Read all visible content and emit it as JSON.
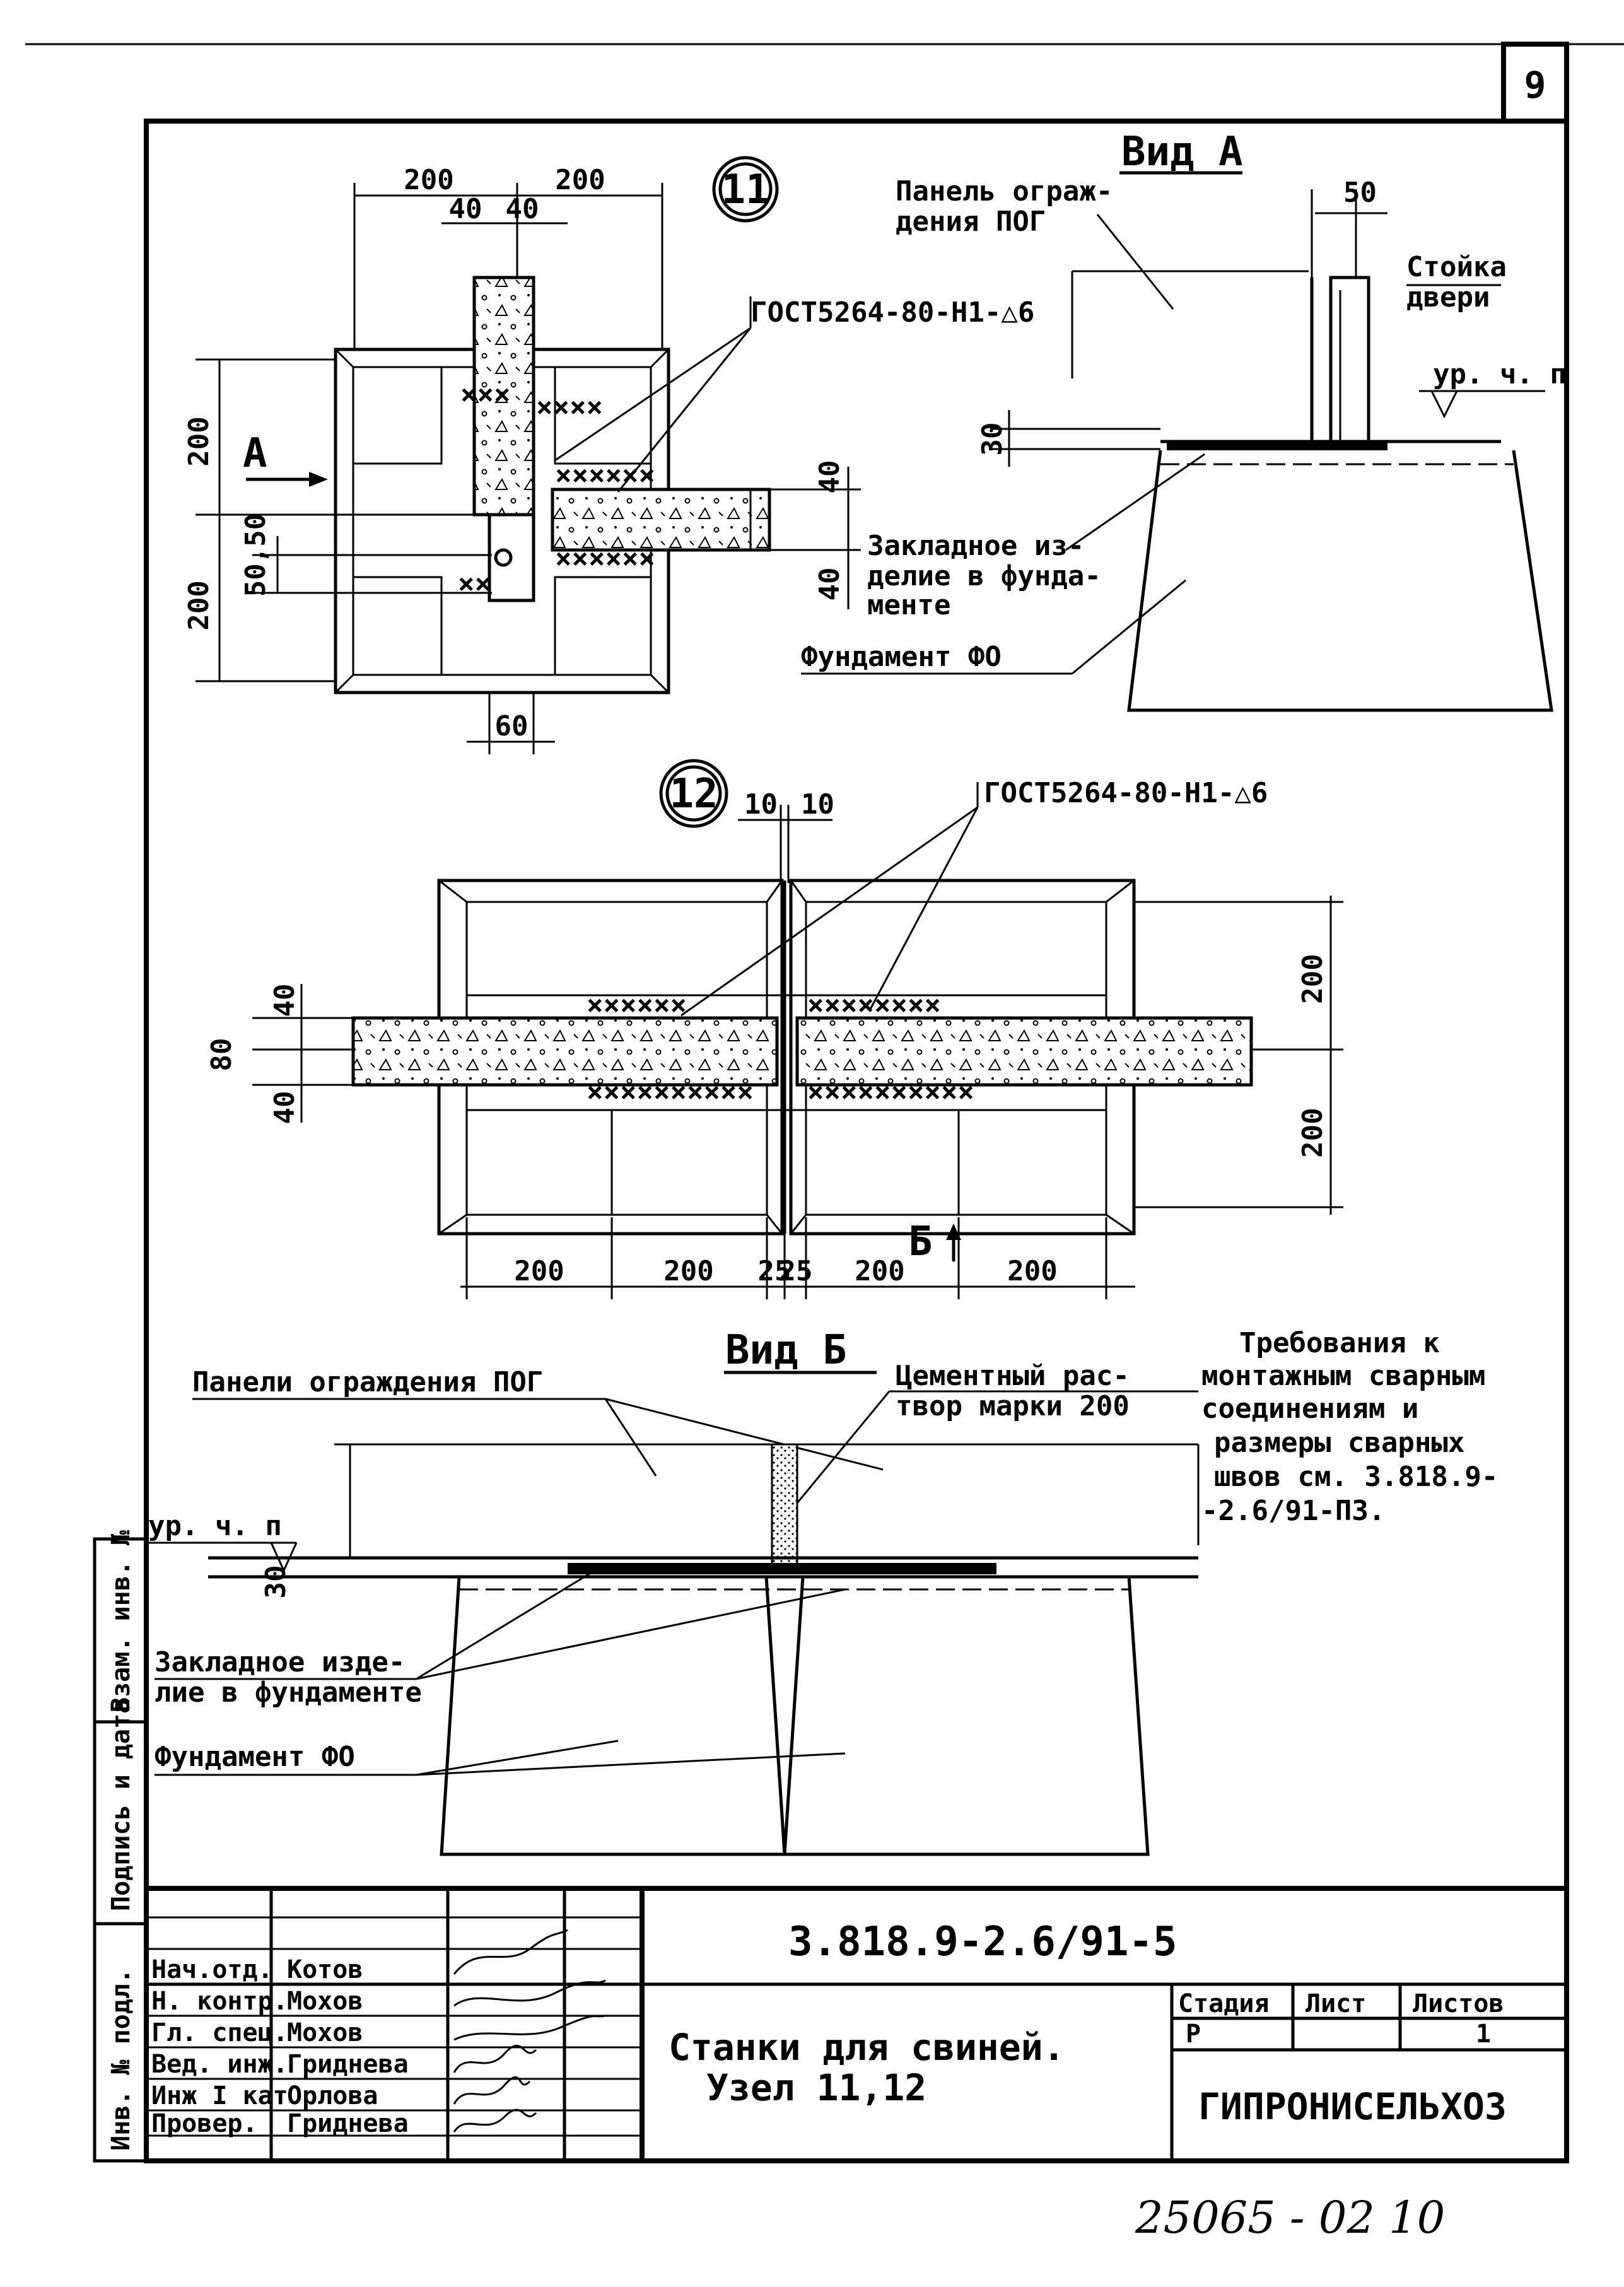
{
  "page": {
    "number": "9",
    "bottom_code": "25065 - 02 10"
  },
  "node11": {
    "label": "11",
    "dims": {
      "top_left": "200",
      "top_right": "200",
      "inner_left": "40",
      "inner_right": "40",
      "left_top": "200",
      "left_bottom": "200",
      "left_mid": "50,50",
      "right_top": "40",
      "right_bottom": "40",
      "bottom": "60"
    },
    "arrow_label": "А",
    "weld_note": "ГОСТ5264-80-Н1-△6"
  },
  "viewA": {
    "title": "Вид А",
    "panel_label": [
      "Панель ограж-",
      "дения ПОГ"
    ],
    "post_label": [
      "Стойка",
      "двери"
    ],
    "dim_50": "50",
    "level": "ур. ч. п",
    "dim_30": "30",
    "embed_label": [
      "Закладное из-",
      "делие в фунда-",
      "менте"
    ],
    "foundation_label": "Фундамент ФО"
  },
  "node12": {
    "label": "12",
    "weld_note": "ГОСТ5264-80-Н1-△6",
    "dims": {
      "top_left": "10",
      "top_right": "10",
      "left_top": "40",
      "left_mid": "80",
      "left_bottom": "40",
      "right_top": "200",
      "right_bottom": "200",
      "bottom": [
        "200",
        "200",
        "25",
        "25",
        "200",
        "200"
      ]
    },
    "section_label": "Б"
  },
  "viewB": {
    "title": "Вид Б",
    "panels_label": "Панели ограждения ПОГ",
    "mortar_label": [
      "Цементный рас-",
      "твор марки 200"
    ],
    "level": "ур. ч. п",
    "dim_30": "30",
    "embed_label": [
      "Закладное изде-",
      "лие в фундаменте"
    ],
    "foundation_label": "Фундамент ФО"
  },
  "requirements": [
    "Требования к",
    "монтажным сварным",
    "соединениям и",
    "размеры сварных",
    "швов см. 3.818.9-",
    "-2.6/91-ПЗ."
  ],
  "side_stamp": [
    "Инв. № подл.",
    "Подпись и дата",
    "Взам. инв. №"
  ],
  "title_block": {
    "code": "3.818.9-2.6/91-5",
    "rows": [
      {
        "role": "Нач.отд.",
        "name": "Котов"
      },
      {
        "role": "Н. контр.",
        "name": "Мохов"
      },
      {
        "role": "Гл. спец.",
        "name": "Мохов"
      },
      {
        "role": "Вед. инж.",
        "name": "Гриднева"
      },
      {
        "role": "Инж I кат",
        "name": "Орлова"
      },
      {
        "role": "Провер.",
        "name": "Гриднева"
      }
    ],
    "title_lines": [
      "Станки для свиней.",
      "Узел 11,12"
    ],
    "stage_header": "Стадия",
    "sheet_header": "Лист",
    "sheets_header": "Листов",
    "stage": "Р",
    "sheet": "",
    "sheets": "1",
    "org": "ГИПРОНИСЕЛЬХОЗ"
  }
}
